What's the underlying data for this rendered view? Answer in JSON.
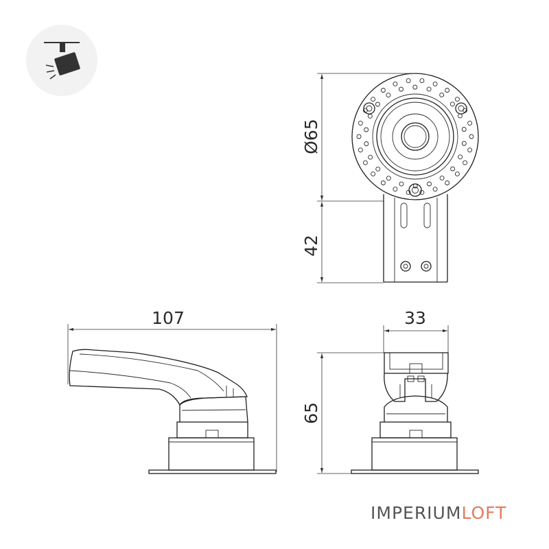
{
  "icon": {
    "name": "track-spotlight-icon",
    "background": "#f2f2f2"
  },
  "dimensions": {
    "diameter": "Ø65",
    "bracket_height": "42",
    "side_width": "107",
    "front_width": "33",
    "front_height": "65"
  },
  "brand": {
    "part1": "IMPERIUM",
    "part2": "LOFT",
    "color1": "#555555",
    "color2": "#e47b5e"
  }
}
